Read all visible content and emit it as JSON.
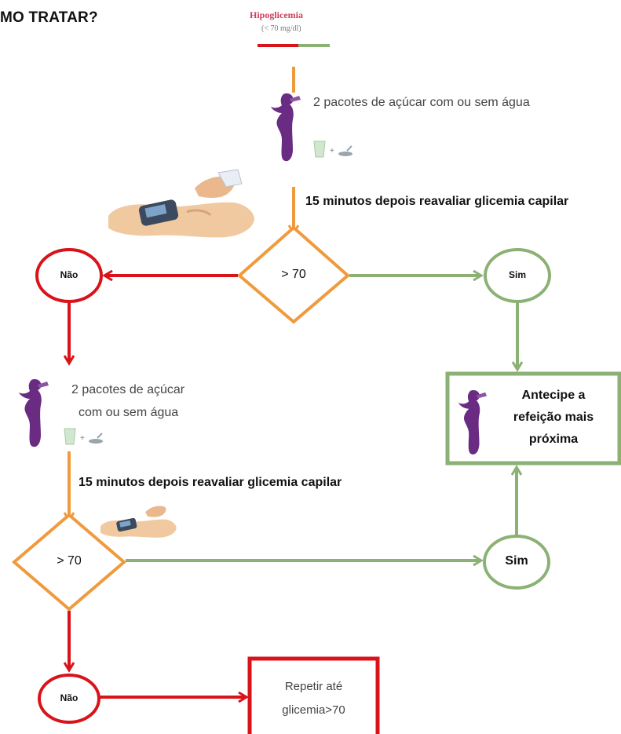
{
  "title": "MO TRATAR?",
  "header": {
    "hipo_title": "Hipoglicemia",
    "hipo_sub": "(< 70 mg/dl)"
  },
  "step1": {
    "instruction": "2 pacotes de açúcar com ou sem água",
    "reassess": "15 minutos depois reavaliar glicemia capilar"
  },
  "decision1": {
    "condition": "> 70",
    "no_label": "Não",
    "yes_label": "Sim"
  },
  "step2": {
    "instruction_line1": "2 pacotes de açúcar",
    "instruction_line2": "com ou sem água",
    "reassess": "15 minutos depois reavaliar glicemia capilar"
  },
  "decision2": {
    "condition": "> 70",
    "no_label": "Não",
    "yes_label": "Sim"
  },
  "outcome_yes": {
    "line1": "Antecipe a",
    "line2": "refeição mais",
    "line3": "próxima"
  },
  "outcome_no": {
    "line1": "Repetir até",
    "line2": "glicemia>70"
  },
  "colors": {
    "red": "#d9131a",
    "green": "#8bb174",
    "orange": "#f09a3e",
    "purple": "#6a2b83"
  },
  "icons": [
    "person-drinking-icon",
    "glass-and-sugar-icon",
    "glucometer-photo"
  ]
}
